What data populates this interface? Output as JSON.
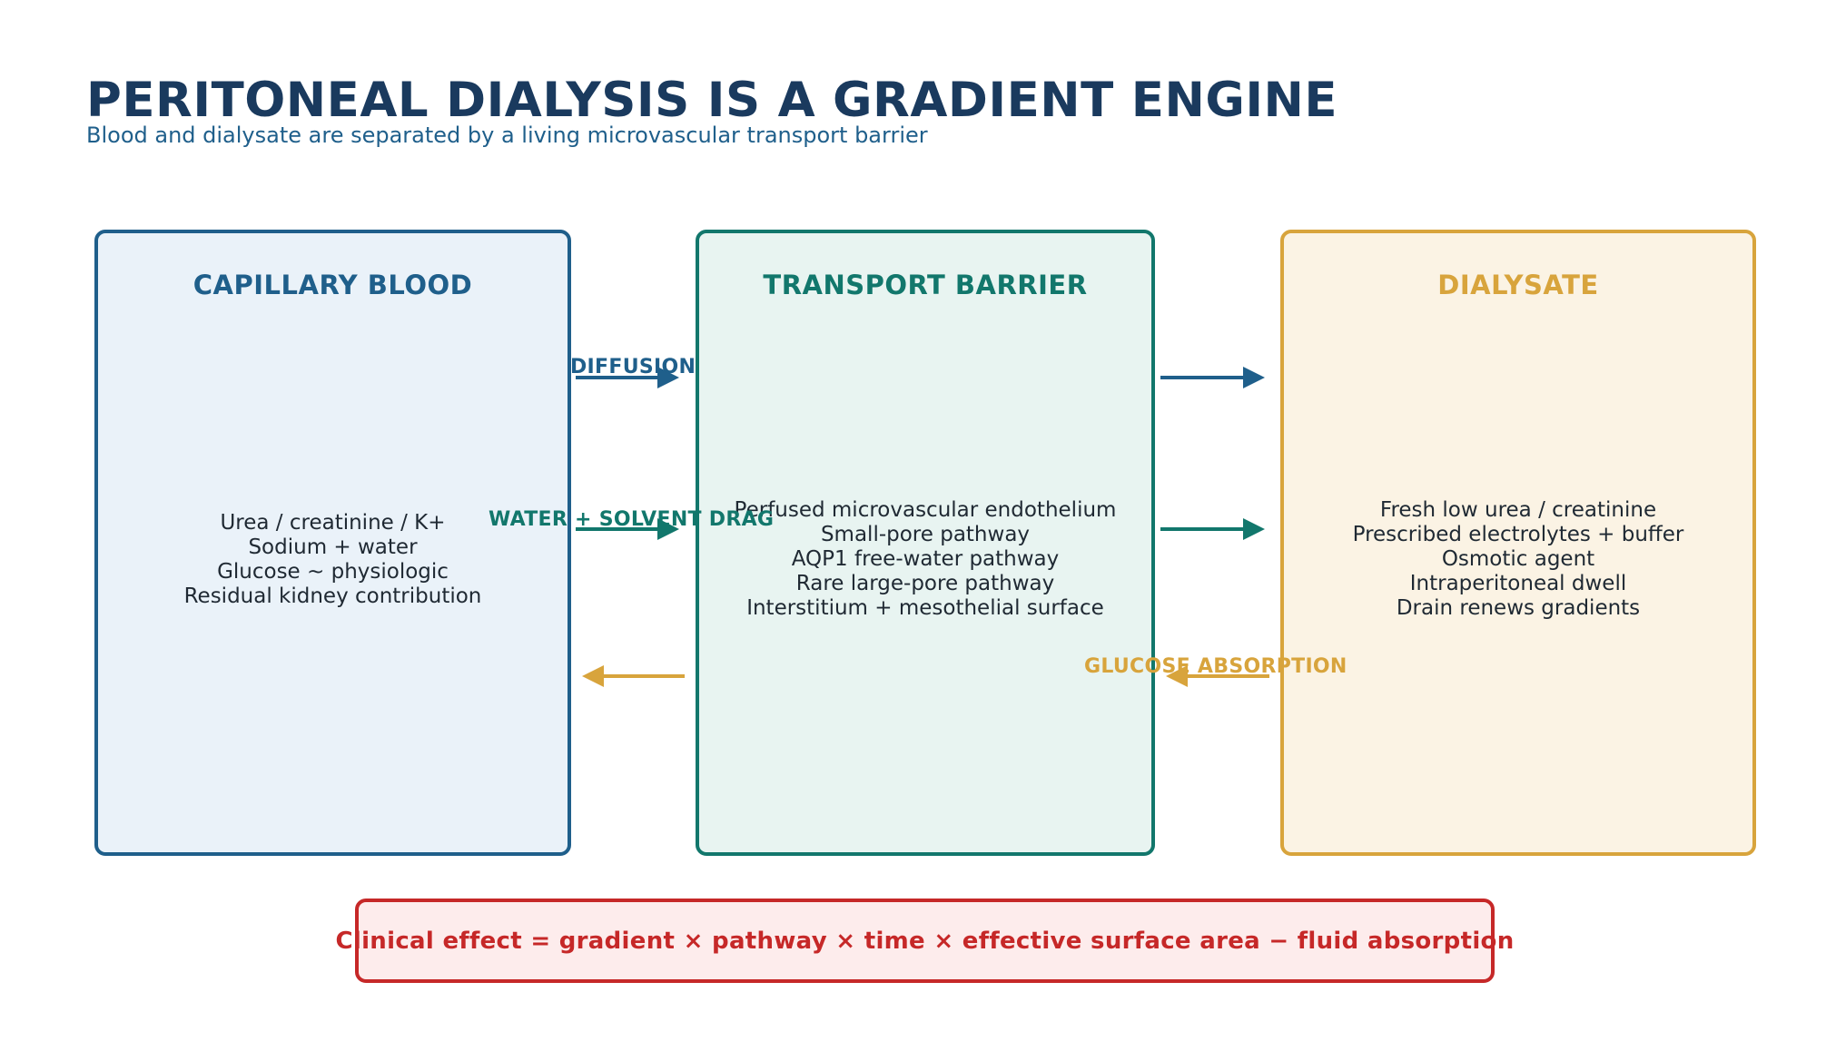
{
  "header": {
    "title": "PERITONEAL DIALYSIS IS A GRADIENT ENGINE",
    "subtitle": "Blood and dialysate are separated by a living microvascular transport barrier"
  },
  "panels": {
    "blood": {
      "title": "CAPILLARY BLOOD",
      "lines": [
        "Urea / creatinine / K+",
        "Sodium + water",
        "Glucose ~ physiologic",
        "Residual kidney contribution"
      ]
    },
    "barrier": {
      "title": "TRANSPORT BARRIER",
      "lines": [
        "Perfused microvascular endothelium",
        "Small-pore pathway",
        "AQP1 free-water pathway",
        "Rare large-pore pathway",
        "Interstitium + mesothelial surface"
      ]
    },
    "dialysate": {
      "title": "DIALYSATE",
      "lines": [
        "Fresh low urea / creatinine",
        "Prescribed electrolytes + buffer",
        "Osmotic agent",
        "Intraperitoneal dwell",
        "Drain renews gradients"
      ]
    }
  },
  "flows": {
    "diffusion": "DIFFUSION",
    "water_drag": "WATER + SOLVENT DRAG",
    "glucose_absorption": "GLUCOSE ABSORPTION"
  },
  "formula": "Clinical effect = gradient × pathway × time × effective surface area − fluid absorption",
  "colors": {
    "blood": "#1f5f8b",
    "barrier": "#12776c",
    "dialysate": "#d8a43c",
    "formula": "#c62828",
    "title": "#1a3a5e"
  }
}
